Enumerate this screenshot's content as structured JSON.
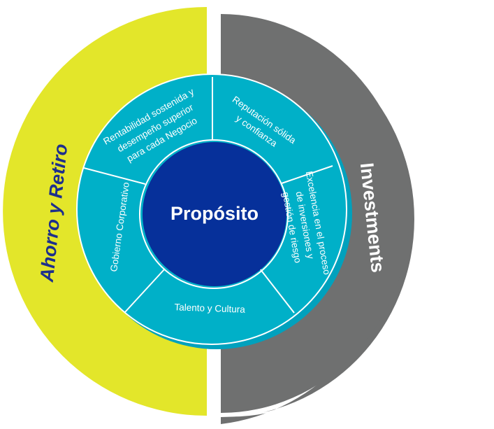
{
  "left_half": {
    "label": "Ahorro y Retiro",
    "color": "#e3e62a",
    "text_color": "#1d2f8c"
  },
  "right_half": {
    "label": "Investments",
    "color": "#6f7070",
    "text_color": "#ffffff"
  },
  "center": {
    "label": "Propósito",
    "color": "#06309a"
  },
  "ring_color": "#00b0c8",
  "segments": [
    {
      "lines": [
        "Rentabilidad sostenida y",
        "desempeño superior",
        "para cada Negocio"
      ]
    },
    {
      "lines": [
        "Reputación sólida",
        "y confianza"
      ]
    },
    {
      "lines": [
        "Excelencia en el proceso",
        "de inversiones y",
        "gestión de riesgo"
      ]
    },
    {
      "lines": [
        "Talento y Cultura"
      ]
    },
    {
      "lines": [
        "Gobierno Corporativo"
      ]
    }
  ]
}
